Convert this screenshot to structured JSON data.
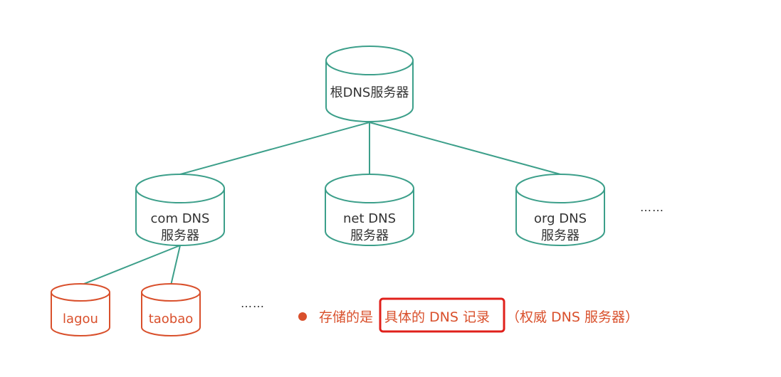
{
  "colors": {
    "tree_stroke": "#3c9f8a",
    "leaf_stroke": "#d9502c",
    "highlight_box": "#e0201b",
    "text": "#333333",
    "note_text": "#d9502c"
  },
  "root": {
    "label": "根DNS服务器"
  },
  "tld": {
    "com": {
      "line1": "com DNS",
      "line2": "服务器"
    },
    "net": {
      "line1": "net DNS",
      "line2": "服务器"
    },
    "org": {
      "line1": "org DNS",
      "line2": "服务器"
    },
    "more": "……"
  },
  "authoritative": {
    "lagou": "lagou",
    "taobao": "taobao",
    "more": "……"
  },
  "note": {
    "bullet_icon": "red-dot",
    "prefix": "存储的是",
    "highlight": "具体的 DNS 记录",
    "suffix": "（权威 DNS 服务器）"
  }
}
